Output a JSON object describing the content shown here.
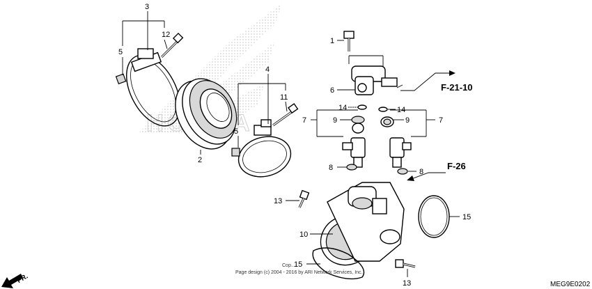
{
  "callouts": {
    "c3": "3",
    "c12": "12",
    "c5a": "5",
    "c4": "4",
    "c11": "11",
    "c5b": "5",
    "c2": "2",
    "c1": "1",
    "c6": "6",
    "c14a": "14",
    "c14b": "14",
    "c7a": "7",
    "c9a": "9",
    "c9b": "9",
    "c7b": "7",
    "c8a": "8",
    "c8b": "8",
    "c13a": "13",
    "c10": "10",
    "c15a": "15",
    "c15b": "15",
    "c13b": "13"
  },
  "references": {
    "f21": "F-21-10",
    "f26": "F-26"
  },
  "footer": {
    "copyright_line1": "Cop...",
    "copyright_line2": "Page design (c) 2004 - 2016 by ARI Network Services, Inc.",
    "diagram_code": "MEG9E0202",
    "front_label": "FR."
  },
  "watermark": {
    "brand": "HONDA"
  }
}
